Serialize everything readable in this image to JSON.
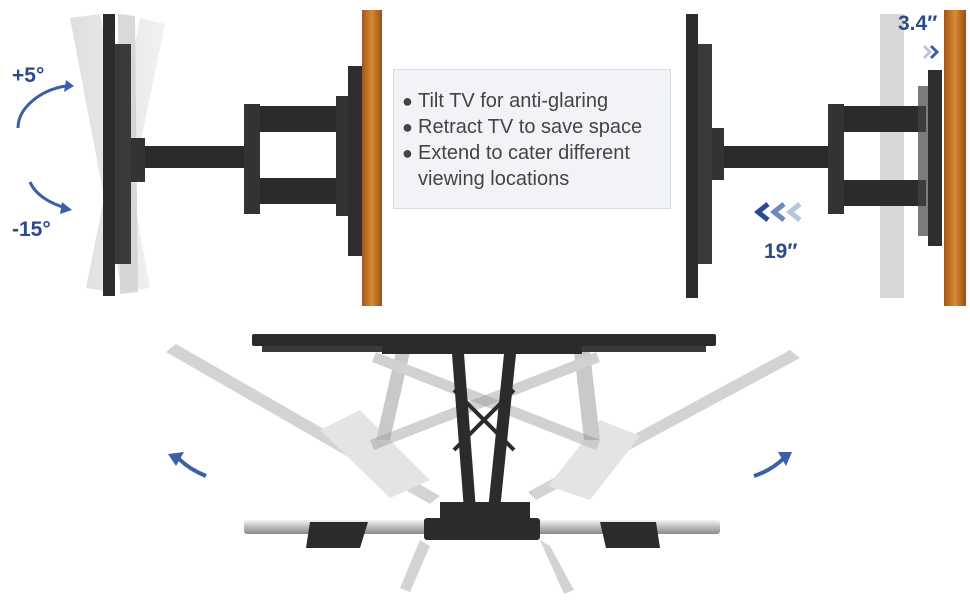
{
  "info_box": {
    "bullets": [
      {
        "text": "Tilt TV for anti-glaring"
      },
      {
        "text": "Retract TV to save space"
      },
      {
        "text": "Extend to cater different",
        "cont": "viewing locations"
      }
    ]
  },
  "tilt": {
    "up_label": "+5°",
    "down_label": "-15°"
  },
  "extend": {
    "depth_label": "3.4″",
    "extension_label": "19″"
  },
  "colors": {
    "accent": "#2a4a8c",
    "arrow": "#3a5fa8",
    "wood": "#c8741e",
    "metal": "#2b2b2b"
  }
}
